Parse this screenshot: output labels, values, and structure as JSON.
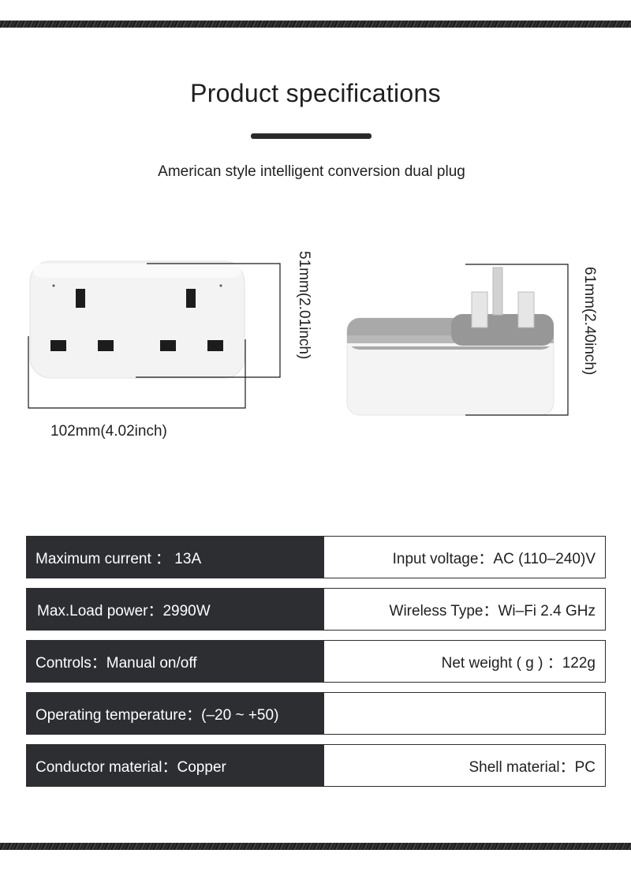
{
  "header": {
    "title": "Product specifications",
    "subtitle": "American style intelligent conversion dual plug"
  },
  "dimensions": {
    "width_label": "102mm(4.02inch)",
    "front_height_label": "51mm(2.01inch)",
    "side_height_label": "61mm(2.40inch)"
  },
  "specs": [
    {
      "left": "Maximum current ： 13A",
      "right": "Input voltage：AC (110–240)V"
    },
    {
      "left": "Max.Load power：2990W",
      "right": "Wireless Type：Wi–Fi 2.4 GHz"
    },
    {
      "left": "Controls：Manual on/off",
      "right": "Net weight ( g ) ：122g"
    },
    {
      "left": "Operating temperature：(–20 ~ +50)",
      "right": ""
    },
    {
      "left": "Conductor material：Copper",
      "right": "Shell material：PC"
    }
  ],
  "colors": {
    "dark_cell": "#2c2e31",
    "plug_body": "#f2f2f2",
    "plug_face": "#9a9a9a",
    "text": "#1f1f1f"
  }
}
